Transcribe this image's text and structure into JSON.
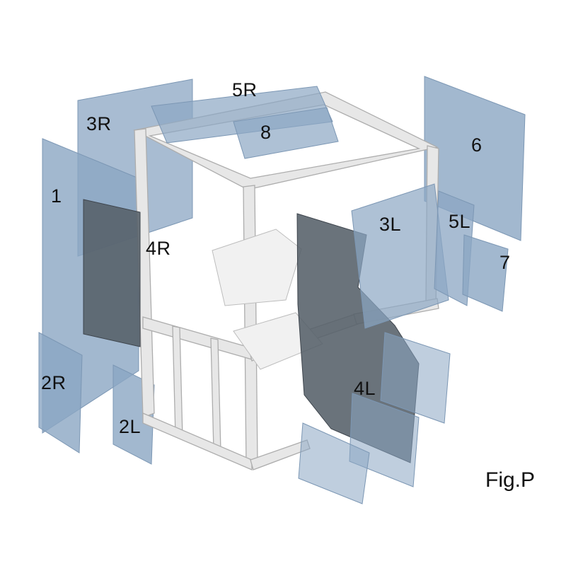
{
  "caption": {
    "text": "Fig.P"
  },
  "colors": {
    "background": "#ffffff",
    "glass": "#8ba6c3",
    "glass_dark": "#556069",
    "frame": "#e7e7e7",
    "interior": "#f1f1f1",
    "label": "#111111"
  },
  "labels": {
    "l1": {
      "text": "1"
    },
    "l2R": {
      "text": "2R"
    },
    "l2L": {
      "text": "2L"
    },
    "l3R": {
      "text": "3R"
    },
    "l3L": {
      "text": "3L"
    },
    "l4R": {
      "text": "4R"
    },
    "l4L": {
      "text": "4L"
    },
    "l5R": {
      "text": "5R"
    },
    "l5L": {
      "text": "5L"
    },
    "l6": {
      "text": "6"
    },
    "l7": {
      "text": "7"
    },
    "l8": {
      "text": "8"
    }
  }
}
